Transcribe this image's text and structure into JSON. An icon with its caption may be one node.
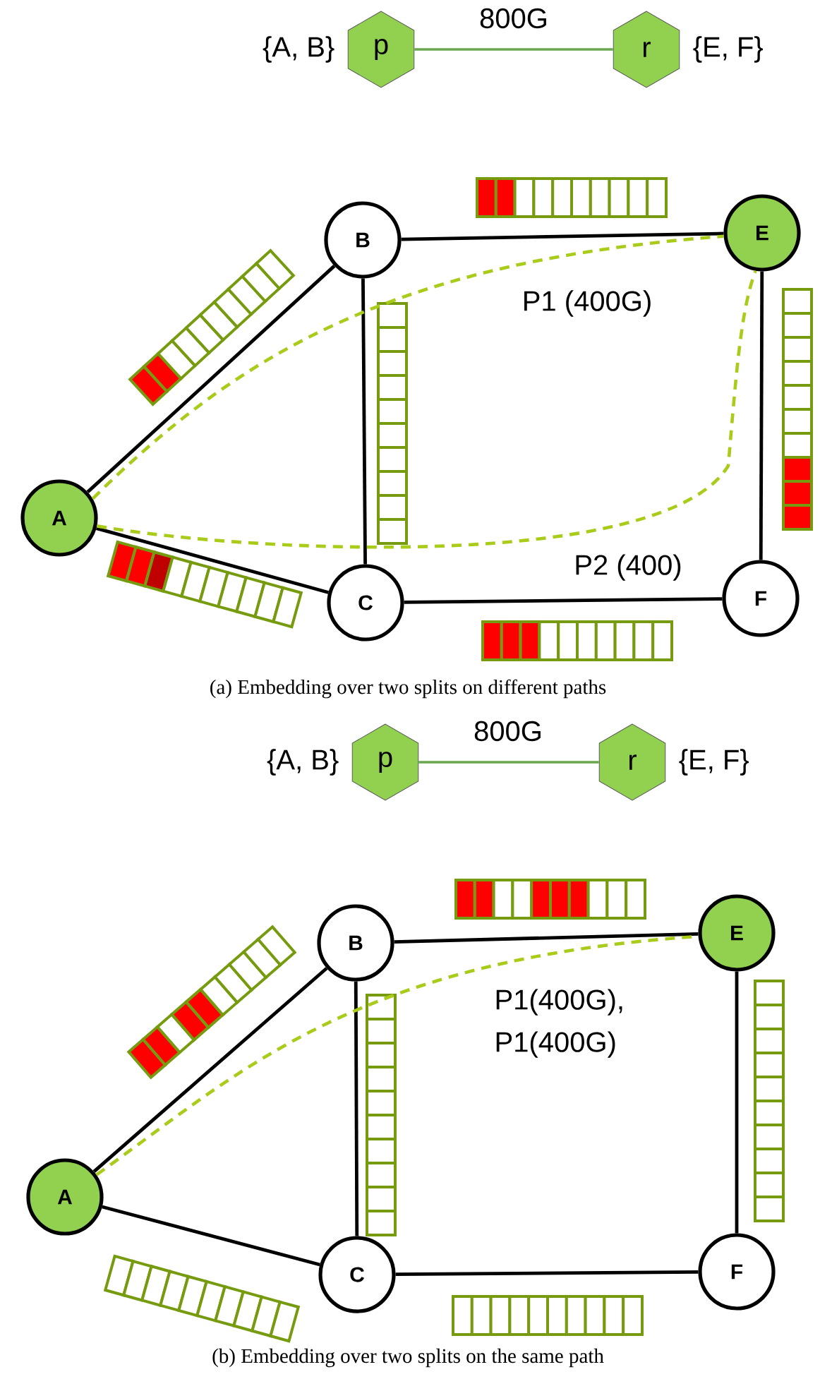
{
  "diagram": {
    "nodes": [
      {
        "text": [
          "p"
        ],
        "beside": [
          "{A, B}"
        ]
      },
      {
        "text": [
          "r"
        ],
        "beside": [
          "{E, F}"
        ]
      },
      {
        "text": [
          "B"
        ]
      },
      {
        "text": [
          "E"
        ]
      },
      {
        "text": [
          "A"
        ]
      },
      {
        "text": [
          "C"
        ]
      },
      {
        "text": [
          "F"
        ]
      },
      {
        "text": [
          "p"
        ],
        "beside": [
          "{A, B}"
        ]
      },
      {
        "text": [
          "r"
        ],
        "beside": [
          "{E, F}"
        ]
      },
      {
        "text": [
          "B"
        ]
      },
      {
        "text": [
          "E"
        ]
      },
      {
        "text": [
          "A"
        ]
      },
      {
        "text": [
          "C"
        ]
      },
      {
        "text": [
          "F"
        ]
      }
    ],
    "edges": [
      {
        "from": 0,
        "to": 1,
        "arrow": "none",
        "label": "800G",
        "color": "#6aa84f"
      },
      {
        "from": 4,
        "to": 2,
        "arrow": "none"
      },
      {
        "from": 4,
        "to": 5,
        "arrow": "none"
      },
      {
        "from": 2,
        "to": 5,
        "arrow": "none"
      },
      {
        "from": 2,
        "to": 3,
        "arrow": "none"
      },
      {
        "from": 5,
        "to": 6,
        "arrow": "none"
      },
      {
        "from": 3,
        "to": 6,
        "arrow": "none"
      },
      {
        "from": 4,
        "to": 3,
        "arrow": "none",
        "label": "P1 (400G)",
        "style": "dashed",
        "color": "#a9cc1a"
      },
      {
        "from": 4,
        "to": 3,
        "arrow": "none",
        "label": "P2 (400)",
        "style": "dashed",
        "color": "#a9cc1a"
      },
      {
        "from": 7,
        "to": 8,
        "arrow": "none",
        "label": "800G",
        "color": "#6aa84f"
      },
      {
        "from": 11,
        "to": 9,
        "arrow": "none"
      },
      {
        "from": 11,
        "to": 12,
        "arrow": "none"
      },
      {
        "from": 9,
        "to": 12,
        "arrow": "none"
      },
      {
        "from": 9,
        "to": 10,
        "arrow": "none"
      },
      {
        "from": 12,
        "to": 13,
        "arrow": "none"
      },
      {
        "from": 10,
        "to": 13,
        "arrow": "none"
      },
      {
        "from": 11,
        "to": 10,
        "arrow": "none",
        "label": "P1(400G), P1(400G)",
        "style": "dashed",
        "color": "#a9cc1a"
      }
    ],
    "labels": [
      "(a) Embedding over two splits on different paths",
      "(b) Embedding over two splits on the same path"
    ]
  }
}
